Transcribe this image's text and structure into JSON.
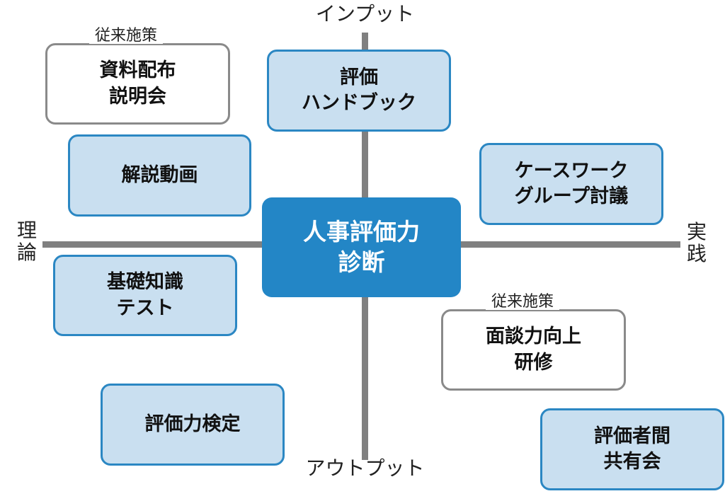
{
  "axes": {
    "top": "インプット",
    "bottom": "アウトプット",
    "left": "理論",
    "right": "実践"
  },
  "center": {
    "label": "人事評価力\n診断"
  },
  "items": {
    "shiryo": {
      "label": "資料配布\n説明会",
      "tag": "従来施策"
    },
    "handbook": {
      "label": "評価\nハンドブック"
    },
    "douga": {
      "label": "解説動画"
    },
    "casework": {
      "label": "ケースワーク\nグループ討議"
    },
    "kiso": {
      "label": "基礎知識\nテスト"
    },
    "mendan": {
      "label": "面談力向上\n研修",
      "tag": "従来施策"
    },
    "kentei": {
      "label": "評価力検定"
    },
    "kyoyu": {
      "label": "評価者間\n共有会"
    }
  },
  "colors": {
    "axis": "#808080",
    "box_fill": "#c9dff0",
    "box_border": "#2b87c3",
    "center_fill": "#2386c6",
    "legacy_border": "#8a8a8a"
  }
}
